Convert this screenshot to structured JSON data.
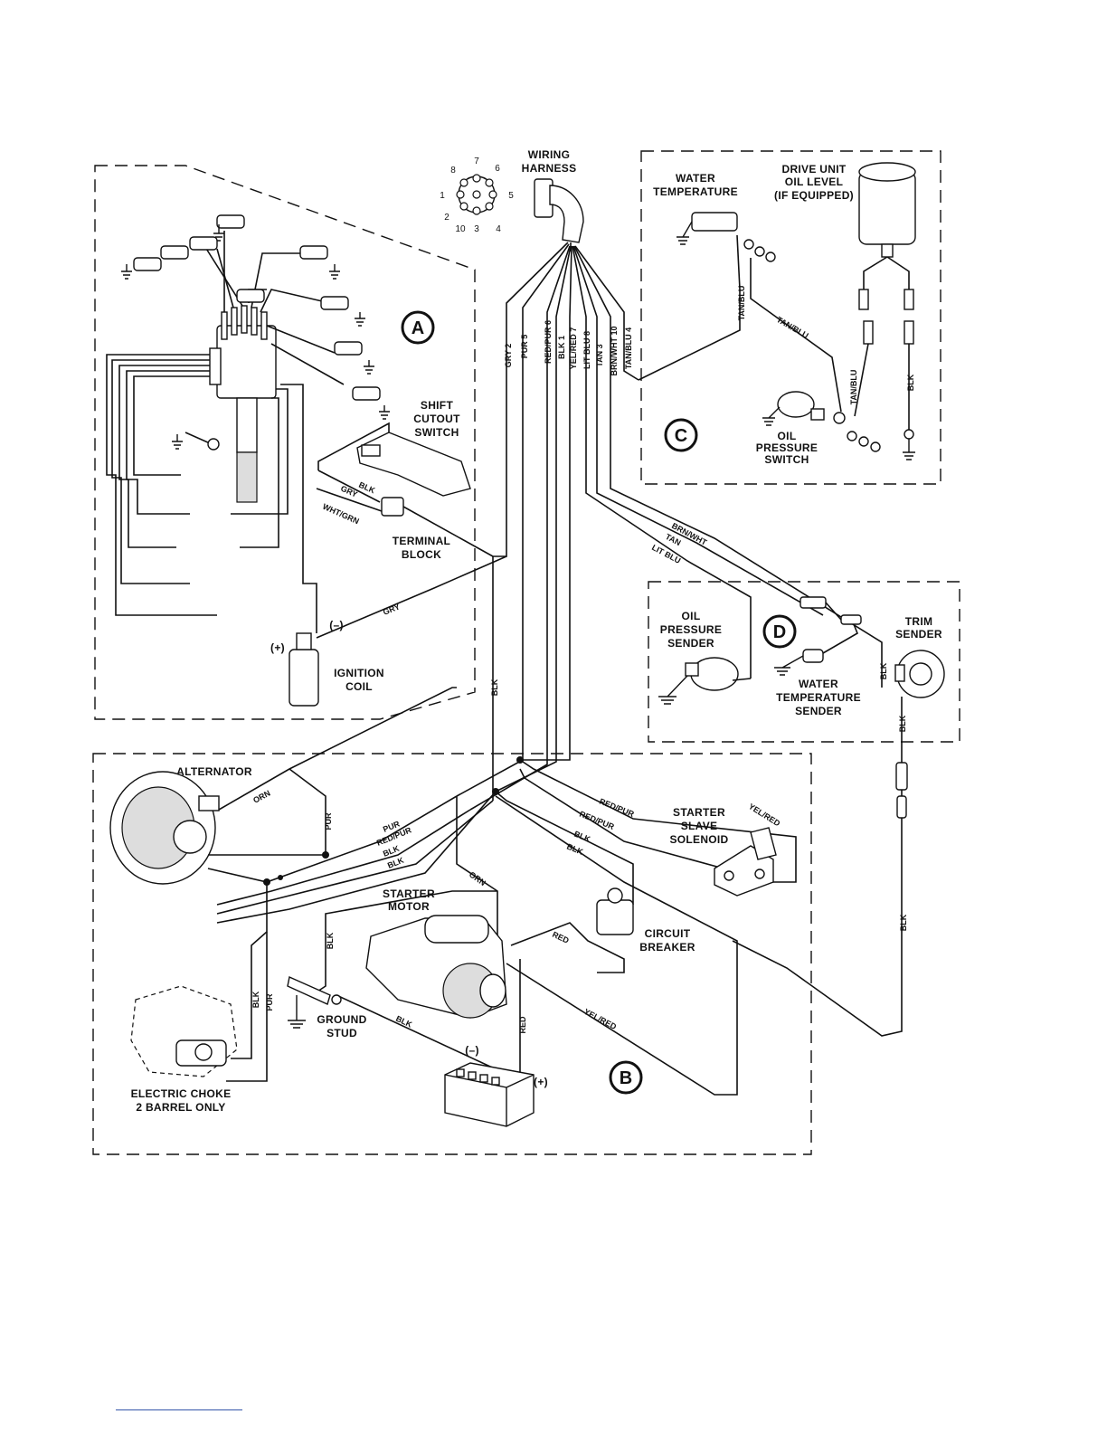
{
  "harness": {
    "label_line1": "WIRING",
    "label_line2": "HARNESS",
    "pins": [
      "1",
      "2",
      "3",
      "4",
      "5",
      "6",
      "7",
      "8",
      "10"
    ]
  },
  "sections": {
    "a": {
      "tag": "A"
    },
    "b": {
      "tag": "B"
    },
    "c": {
      "tag": "C"
    },
    "d": {
      "tag": "D"
    }
  },
  "components": {
    "shift_cutout_switch": [
      "SHIFT",
      "CUTOUT",
      "SWITCH"
    ],
    "terminal_block": [
      "TERMINAL",
      "BLOCK"
    ],
    "ignition_coil": [
      "IGNITION",
      "COIL"
    ],
    "coil_plus": "(+)",
    "coil_minus": "(–)",
    "water_temperature": [
      "WATER",
      "TEMPERATURE"
    ],
    "drive_unit_oil_level": [
      "DRIVE UNIT",
      "OIL LEVEL",
      "(IF EQUIPPED)"
    ],
    "oil_pressure_switch": [
      "OIL",
      "PRESSURE",
      "SWITCH"
    ],
    "oil_pressure_sender": [
      "OIL",
      "PRESSURE",
      "SENDER"
    ],
    "water_temperature_sender": [
      "WATER",
      "TEMPERATURE",
      "SENDER"
    ],
    "trim_sender": [
      "TRIM",
      "SENDER"
    ],
    "alternator": "ALTERNATOR",
    "starter_slave_solenoid": [
      "STARTER",
      "SLAVE",
      "SOLENOID"
    ],
    "starter_motor": [
      "STARTER",
      "MOTOR"
    ],
    "circuit_breaker": [
      "CIRCUIT",
      "BREAKER"
    ],
    "ground_stud": [
      "GROUND",
      "STUD"
    ],
    "electric_choke": [
      "ELECTRIC CHOKE",
      "2 BARREL ONLY"
    ],
    "battery_minus": "(–)",
    "battery_plus": "(+)"
  },
  "harness_wires": [
    "GRY 2",
    "PUR 5",
    "RED/PUR 6",
    "BLK 1",
    "YEL/RED 7",
    "LIT BLU 8",
    "TAN 3",
    "BRN/WHT 10",
    "TAN/BLU 4"
  ],
  "wire_labels": {
    "blk": "BLK",
    "gry": "GRY",
    "wht_grn": "WHT/GRN",
    "orn": "ORN",
    "pur": "PUR",
    "red_pur": "RED/PUR",
    "red": "RED",
    "yel_red": "YEL/RED",
    "tan_blu": "TAN/BLU",
    "brn_wht": "BRN/WHT",
    "tan": "TAN",
    "lit_blu": "LIT BLU"
  }
}
